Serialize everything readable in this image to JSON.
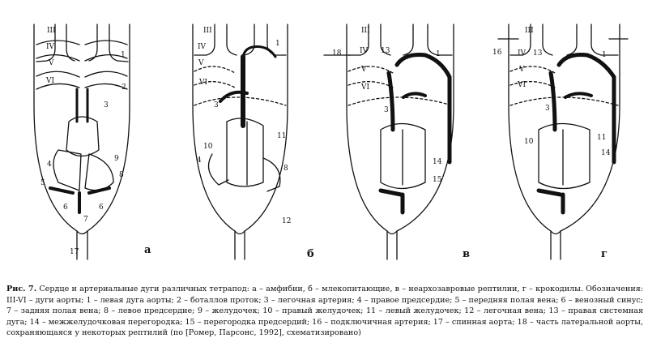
{
  "panels": [
    {
      "letter": "а",
      "labels": {
        "III": "III",
        "IV": "IV",
        "V": "V",
        "VI": "VI",
        "n1": "1",
        "n2": "2",
        "n3": "3",
        "n4": "4",
        "n5": "5",
        "n6a": "6",
        "n6b": "6",
        "n7": "7",
        "n8": "8",
        "n9": "9",
        "n17": "17"
      }
    },
    {
      "letter": "б",
      "labels": {
        "III": "III",
        "IV": "IV",
        "V": "V",
        "VI": "VI",
        "n1": "1",
        "n3": "3",
        "n4": "4",
        "n8": "8",
        "n10": "10",
        "n11": "11",
        "n12": "12"
      }
    },
    {
      "letter": "в",
      "labels": {
        "III": "III",
        "IV": "IV",
        "V": "V",
        "VI": "VI",
        "n1": "1",
        "n3": "3",
        "n13": "13",
        "n14": "14",
        "n15": "15",
        "n18": "18"
      }
    },
    {
      "letter": "г",
      "labels": {
        "III": "III",
        "IV": "IV",
        "V": "V",
        "VI": "VI",
        "n1": "1",
        "n3": "3",
        "n10": "10",
        "n11": "11",
        "n13": "13",
        "n14": "14",
        "n16": "16"
      }
    }
  ],
  "caption": {
    "title": "Рис. 7.",
    "text": " Сердце и артериальные дуги различных тетрапод: а – амфибии, б – млекопитающие, в – неархозавровые рептилии, г – крокодилы. Обозначения: III-VI – дуги аорты; 1 – левая дуга аорты; 2 – боталлов проток; 3 – легочная артерия; 4 – правое предсердие; 5 – передняя полая вена; 6 – венозный синус; 7 – задняя полая вена; 8 – левое предсердие; 9 – желудочек; 10 – правый желудочек; 11 – левый желудочек; 12 – легочная вена; 13 – правая системная дуга; 14 – межжелудочковая перегородка; 15 – перегородка предсердий; 16 – подключичная артерия; 17 – спинная аорта; 18 – часть латеральной аорты, сохраняющаяся у некоторых рептилий (по [Ромер, Парсонс, 1992], схематизировано)"
  }
}
